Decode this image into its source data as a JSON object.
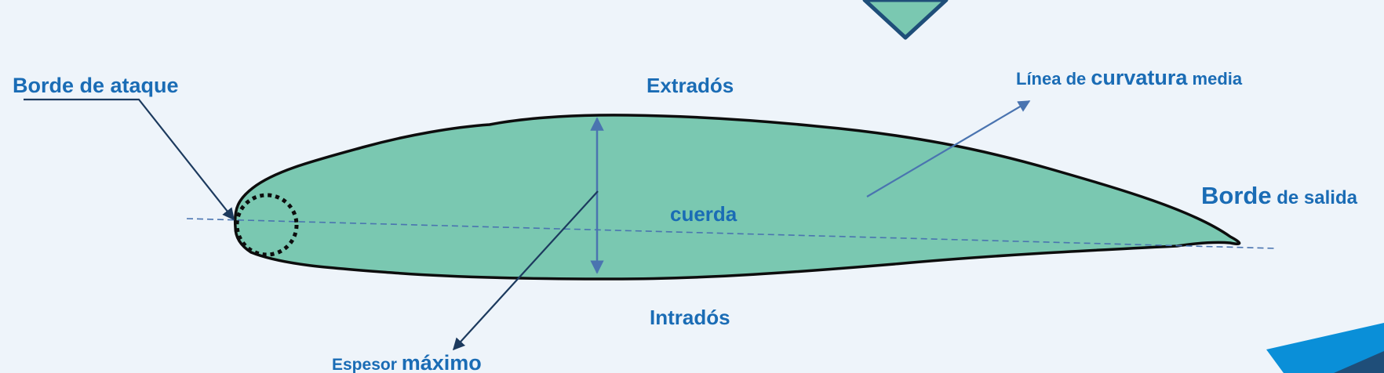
{
  "labels": {
    "borde_ataque": "Borde de ataque",
    "extrados": "Extradós",
    "linea_curvatura": {
      "part1": "Línea de ",
      "part2": "curvatura",
      "part3": " media"
    },
    "cuerda": "cuerda",
    "borde_salida": {
      "part1": "Borde",
      "part2": " de salida"
    },
    "intrados": "Intradós",
    "espesor_maximo": {
      "part1": "Espesor ",
      "part2": "máximo"
    }
  },
  "colors": {
    "background": "#eef4fa",
    "airfoil_fill": "#7ac8b1",
    "outline": "#0d0d0d",
    "label_text": "#1a6cb5",
    "pointer_arrow": "#1c3a5e",
    "dimension_arrow": "#4a74b0",
    "chord_line": "#4a74b0",
    "accent_blue": "#0a8fd8",
    "accent_dark": "#1f4e79"
  },
  "icons": {
    "leading_edge_marker": "dotted-circle-icon",
    "top_decoration": "teal-triangle-icon",
    "corner_decoration": "blue-swoosh-icon"
  }
}
